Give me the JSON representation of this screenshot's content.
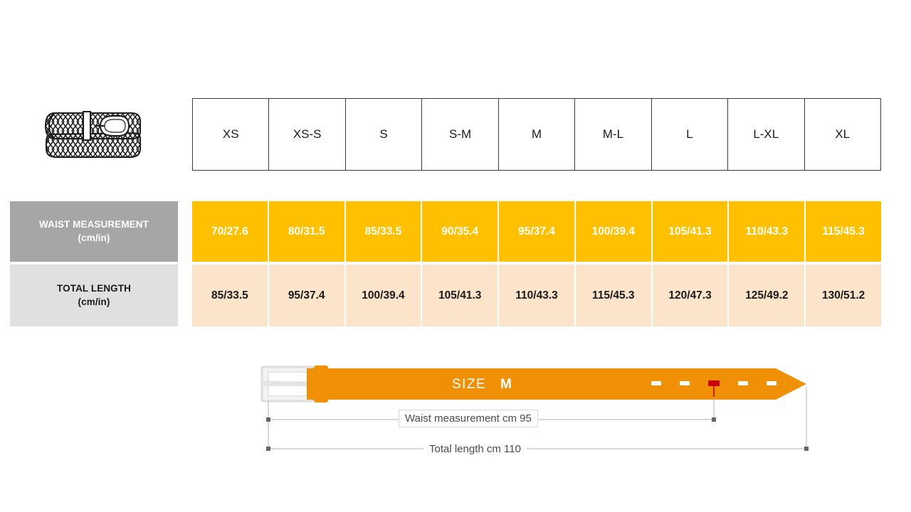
{
  "product_icon": "braided-belt-icon",
  "size_table": {
    "sizes": [
      "XS",
      "XS-S",
      "S",
      "S-M",
      "M",
      "M-L",
      "L",
      "L-XL",
      "XL"
    ]
  },
  "measurements": {
    "waist": {
      "label_line1": "WAIST MEASUREMENT",
      "label_line2": "(cm/in)",
      "values": [
        "70/27.6",
        "80/31.5",
        "85/33.5",
        "90/35.4",
        "95/37.4",
        "100/39.4",
        "105/41.3",
        "110/43.3",
        "115/45.3"
      ]
    },
    "total_length": {
      "label_line1": "TOTAL LENGTH",
      "label_line2": "(cm/in)",
      "values": [
        "85/33.5",
        "95/37.4",
        "100/39.4",
        "105/41.3",
        "110/43.3",
        "115/45.3",
        "120/47.3",
        "125/49.2",
        "130/51.2"
      ]
    }
  },
  "diagram": {
    "size_word": "SIZE",
    "size_value": "M",
    "waist_dimension_label": "Waist measurement cm 95",
    "total_length_dimension_label": "Total length cm 110",
    "holes_total": 5,
    "highlighted_hole_index": 3
  },
  "colors": {
    "waist_row_fill": "#ffc000",
    "waist_label_fill": "#a6a6a6",
    "length_row_fill": "#fce4cb",
    "length_label_fill": "#e0e0e0",
    "belt_orange": "#ef9007",
    "buckle_gray": "#dcdcdc",
    "highlight_red": "#cc0000",
    "dimension_line": "#b0b0b0"
  }
}
